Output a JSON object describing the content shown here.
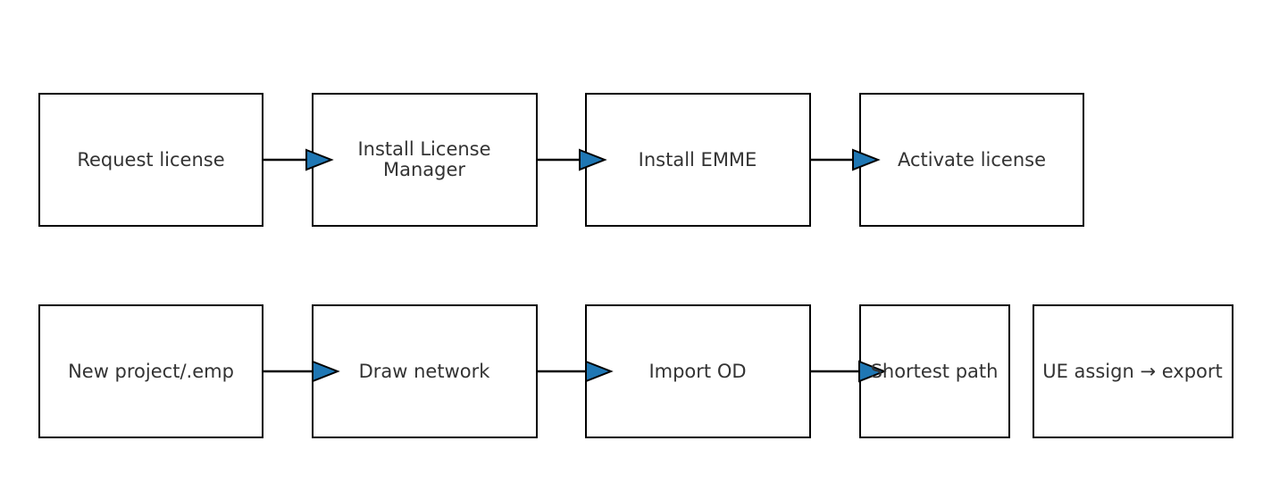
{
  "diagram": {
    "rows": [
      {
        "steps": [
          {
            "lines": [
              "Request license"
            ]
          },
          {
            "lines": [
              "Install License",
              "Manager"
            ]
          },
          {
            "lines": [
              "Install EMME"
            ]
          },
          {
            "lines": [
              "Activate license"
            ]
          }
        ]
      },
      {
        "steps": [
          {
            "lines": [
              "New project/.emp"
            ]
          },
          {
            "lines": [
              "Draw network"
            ]
          },
          {
            "lines": [
              "Import OD"
            ]
          },
          {
            "lines": [
              "Shortest path"
            ]
          },
          {
            "lines": [
              "UE assign → export"
            ]
          }
        ]
      }
    ],
    "colors": {
      "arrowhead": "#1f77b4",
      "stroke": "#000000",
      "text": "#333333",
      "background": "#ffffff"
    }
  }
}
